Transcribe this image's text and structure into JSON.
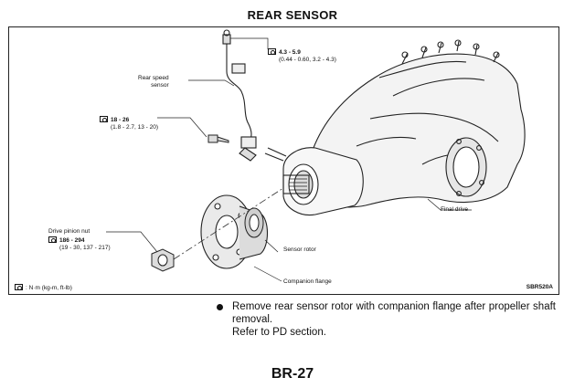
{
  "page": {
    "title": "REAR SENSOR",
    "page_number": "BR-27"
  },
  "figure": {
    "label_torque_top": "4.3 - 5.9",
    "label_torque_top_units": "(0.44 - 0.60, 3.2 - 4.3)",
    "label_rear_speed_sensor_line1": "Rear speed",
    "label_rear_speed_sensor_line2": "sensor",
    "label_torque_bolt": "18 - 26",
    "label_torque_bolt_units": "(1.8 - 2.7, 13 - 20)",
    "label_drive_pinion_nut": "Drive pinion nut",
    "label_torque_nut": "186 - 294",
    "label_torque_nut_units": "(19 - 30, 137 - 217)",
    "label_final_drive": "Final drive",
    "label_sensor_rotor": "Sensor rotor",
    "label_companion_flange": "Companion flange",
    "legend_units": ": N·m (kg-m, ft-lb)",
    "figure_code": "SBR520A",
    "torque_icon": "torque-wrench-icon"
  },
  "instructions": {
    "line1": "Remove rear sensor rotor with companion flange after propeller shaft removal.",
    "line2": "Refer to PD section."
  }
}
